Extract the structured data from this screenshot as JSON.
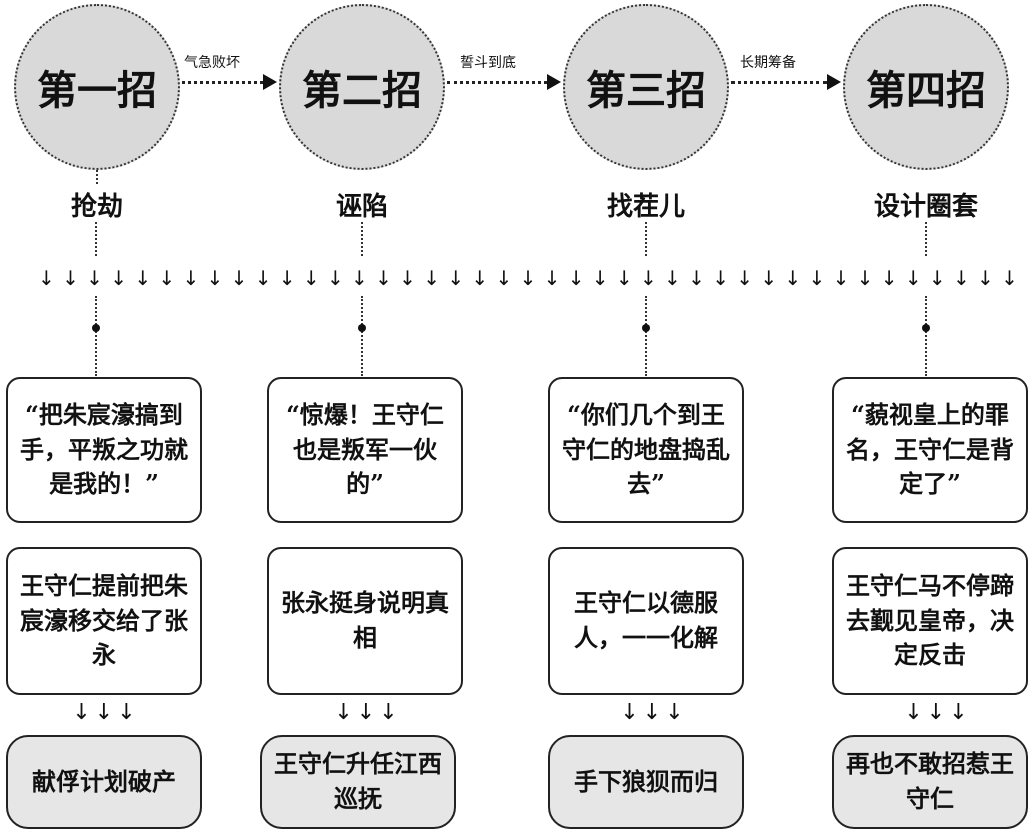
{
  "moves": [
    {
      "title": "第一招",
      "label": "抢劫",
      "quote": "“把朱宸濠搞到手，平叛之功就是我的！”",
      "response": "王守仁提前把朱宸濠移交给了张永",
      "result": "献俘计划破产"
    },
    {
      "title": "第二招",
      "label": "诬陷",
      "quote": "“惊爆！王守仁也是叛军一伙的”",
      "response": "张永挺身说明真相",
      "result": "王守仁升任江西巡抚"
    },
    {
      "title": "第三招",
      "label": "找茬儿",
      "quote": "“你们几个到王守仁的地盘捣乱去”",
      "response": "王守仁以德服人，一一化解",
      "result": "手下狼狈而归"
    },
    {
      "title": "第四招",
      "label": "设计圈套",
      "quote": "“藐视皇上的罪名，王守仁是背定了”",
      "response": "王守仁马不停蹄去觐见皇帝，决定反击",
      "result": "再也不敢招惹王守仁"
    }
  ],
  "transitions": [
    "气急败坏",
    "誓斗到底",
    "长期筹备"
  ],
  "arrow_glyph": "↓",
  "triple_arrow": "↓↓↓"
}
